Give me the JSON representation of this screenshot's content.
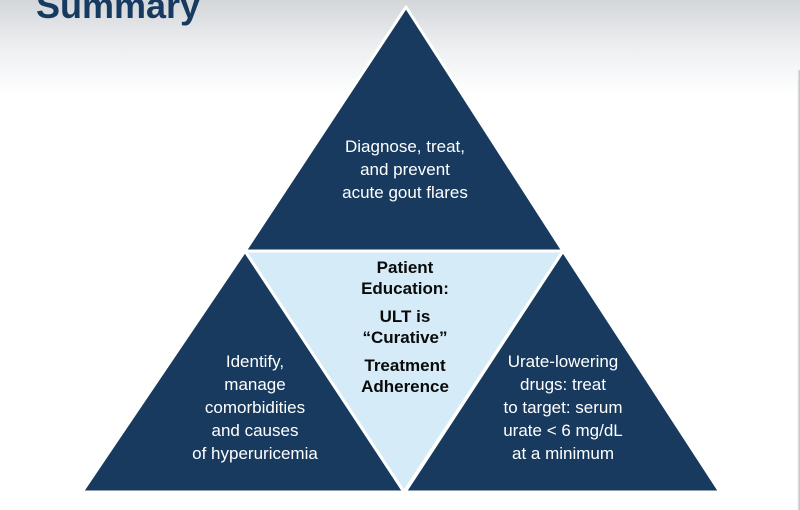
{
  "title": "Summary",
  "top": {
    "lines": [
      "Diagnose, treat,",
      "and prevent",
      "acute gout flares"
    ]
  },
  "left": {
    "lines": [
      "Identify,",
      "manage",
      "comorbidities",
      "and causes",
      "of hyperuricemia"
    ]
  },
  "right": {
    "lines": [
      "Urate-lowering",
      "drugs: treat",
      "to target: serum",
      "urate < 6 mg/dL",
      "at a minimum"
    ]
  },
  "center": {
    "education": [
      "Patient",
      "Education:"
    ],
    "ult": [
      "ULT is",
      "“Curative”"
    ],
    "adherence": [
      "Treatment",
      "Adherence"
    ]
  },
  "colors": {
    "dark_navy": "#173a5e",
    "light_blue": "#d5ecf8",
    "title": "#173a60"
  }
}
